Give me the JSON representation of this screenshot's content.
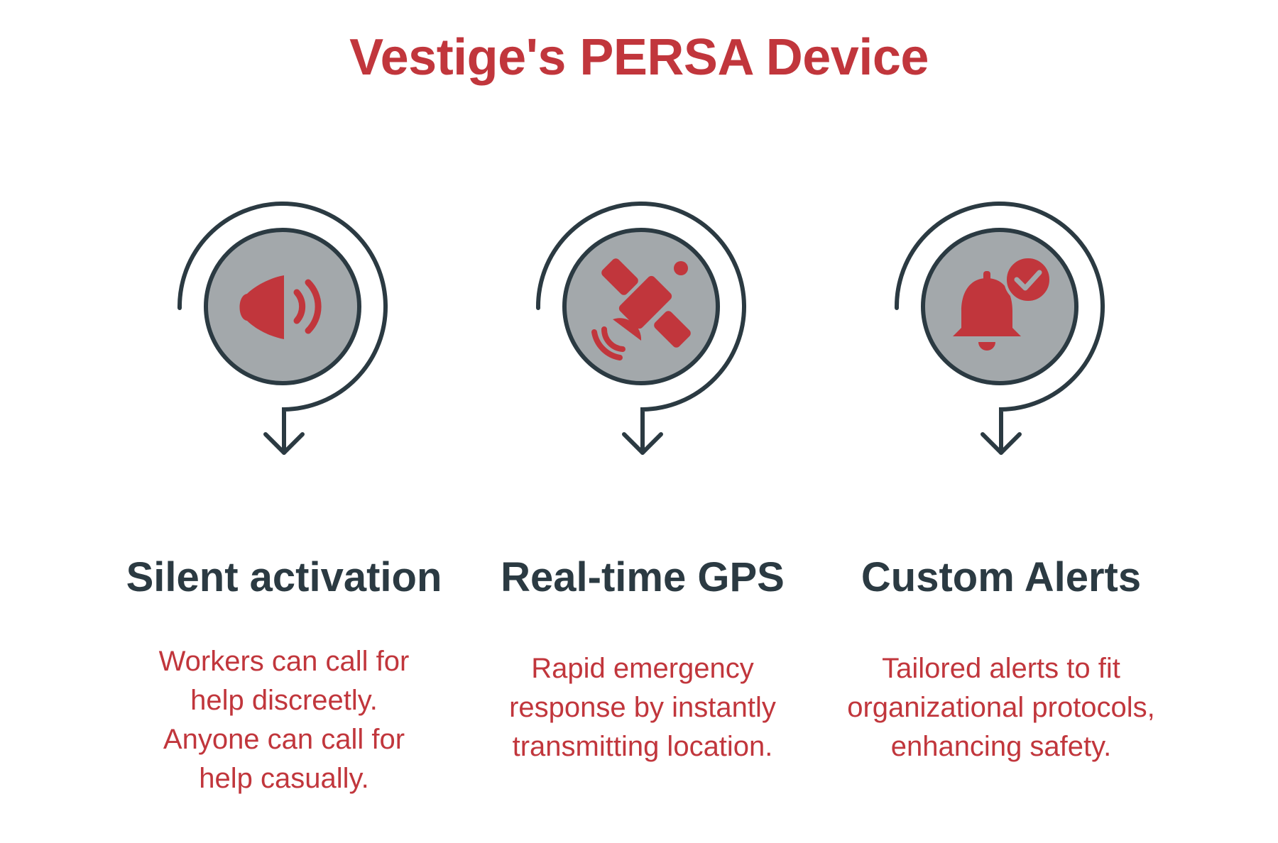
{
  "title": "Vestige's PERSA Device",
  "colors": {
    "accent": "#c1363c",
    "dark": "#2b3a42",
    "circle_fill": "#a3a8ab"
  },
  "features": [
    {
      "icon": "speaker-icon",
      "title": "Silent activation",
      "description_lines": [
        "Workers can call for",
        "help discreetly.",
        "Anyone can call for",
        "help casually."
      ]
    },
    {
      "icon": "satellite-icon",
      "title": "Real-time GPS",
      "description_lines": [
        "Rapid emergency",
        "response by instantly",
        "transmitting location."
      ]
    },
    {
      "icon": "bell-check-icon",
      "title": "Custom Alerts",
      "description_lines": [
        "Tailored alerts to fit",
        "organizational protocols,",
        "enhancing safety."
      ]
    }
  ]
}
